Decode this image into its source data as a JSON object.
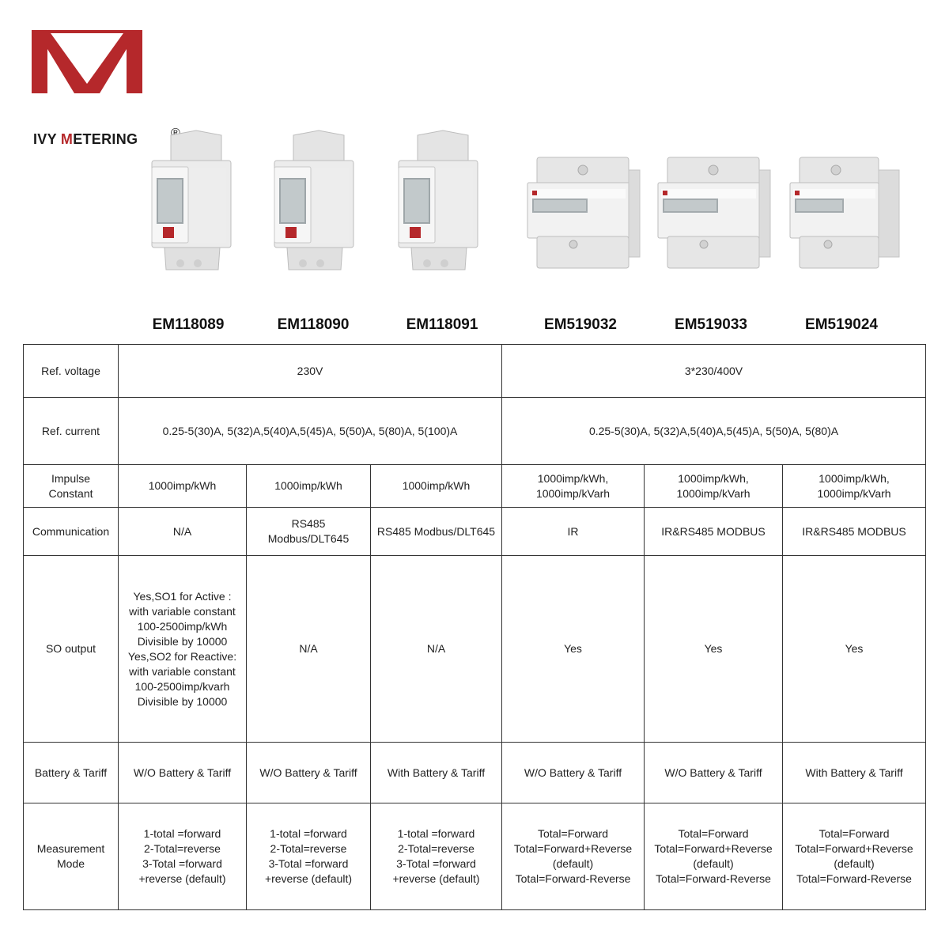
{
  "brand": {
    "name_ivy": "IVY ",
    "name_m": "M",
    "name_rest": "ETERING",
    "reg_mark": "®",
    "color_red": "#b5282b"
  },
  "models": [
    "EM118089",
    "EM118090",
    "EM118091",
    "EM519032",
    "EM519033",
    "EM519024"
  ],
  "table": {
    "ref_voltage": {
      "label": "Ref. voltage",
      "single": "230V",
      "three": "3*230/400V"
    },
    "ref_current": {
      "label": "Ref. current",
      "single": "0.25-5(30)A, 5(32)A,5(40)A,5(45)A, 5(50)A, 5(80)A, 5(100)A",
      "three": "0.25-5(30)A, 5(32)A,5(40)A,5(45)A, 5(50)A, 5(80)A"
    },
    "impulse": {
      "label": "Impulse\nConstant",
      "values": [
        "1000imp/kWh",
        "1000imp/kWh",
        "1000imp/kWh",
        "1000imp/kWh,\n1000imp/kVarh",
        "1000imp/kWh,\n1000imp/kVarh",
        "1000imp/kWh,\n1000imp/kVarh"
      ]
    },
    "communication": {
      "label": "Communication",
      "values": [
        "N/A",
        "RS485\nModbus/DLT645",
        "RS485 Modbus/DLT645",
        "IR",
        "IR&RS485 MODBUS",
        "IR&RS485 MODBUS"
      ]
    },
    "so_output": {
      "label": "SO output",
      "values": [
        "Yes,SO1 for Active :\nwith variable constant\n100-2500imp/kWh\nDivisible by 10000\nYes,SO2 for Reactive:\nwith variable constant\n100-2500imp/kvarh\nDivisible by 10000",
        "N/A",
        "N/A",
        "Yes",
        "Yes",
        "Yes"
      ]
    },
    "battery": {
      "label": "Battery & Tariff",
      "values": [
        "W/O Battery & Tariff",
        "W/O Battery & Tariff",
        "With Battery & Tariff",
        "W/O Battery & Tariff",
        "W/O Battery & Tariff",
        "With Battery & Tariff"
      ]
    },
    "measurement": {
      "label": "Measurement\nMode",
      "values": [
        "1-total =forward\n2-Total=reverse\n3-Total =forward\n+reverse (default)",
        "1-total =forward\n2-Total=reverse\n3-Total =forward\n+reverse (default)",
        "1-total =forward\n2-Total=reverse\n3-Total =forward\n+reverse (default)",
        "Total=Forward\nTotal=Forward+Reverse\n(default)\nTotal=Forward-Reverse",
        "Total=Forward\nTotal=Forward+Reverse\n(default)\nTotal=Forward-Reverse",
        "Total=Forward\nTotal=Forward+Reverse\n(default)\nTotal=Forward-Reverse"
      ]
    }
  }
}
